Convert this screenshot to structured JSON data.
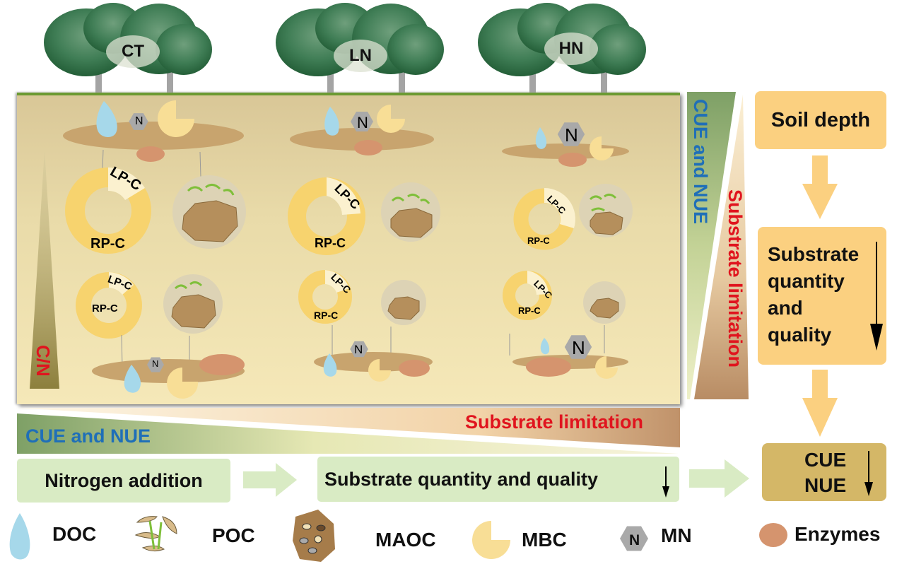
{
  "treatments": [
    "CT",
    "LN",
    "HN"
  ],
  "pool_labels": {
    "labile": "LP-C",
    "recalcitrant": "RP-C"
  },
  "mineral_n_symbol": "N",
  "gradients": {
    "cn_label": "C/N",
    "vertical_cue_nue": "CUE and NUE",
    "vertical_substrate": "Substrate limitation",
    "horizontal_cue_nue": "CUE and NUE",
    "horizontal_substrate": "Substrate limitation"
  },
  "depth_flow": {
    "step1": "Soil depth",
    "step2_lines": [
      "Substrate",
      "quantity",
      "and",
      "quality"
    ],
    "result_lines": [
      "CUE",
      "NUE"
    ]
  },
  "n_flow": {
    "step1": "Nitrogen addition",
    "step2": "Substrate quantity and quality"
  },
  "legend": [
    {
      "icon": "doc-drop-icon",
      "label": "DOC"
    },
    {
      "icon": "poc-fragments-icon",
      "label": "POC"
    },
    {
      "icon": "maoc-aggregate-icon",
      "label": "MAOC"
    },
    {
      "icon": "mbc-pie-icon",
      "label": "MBC"
    },
    {
      "icon": "mn-hexagon-icon",
      "label": "MN"
    },
    {
      "icon": "enzymes-oval-icon",
      "label": "Enzymes"
    }
  ],
  "colors": {
    "doc": "#a6d8ea",
    "mbc": "#f8de96",
    "mn": "#a9a9a9",
    "soil_disk": "#c8a46e",
    "enzyme": "#d5946e",
    "donut_rp": "#f7d36e",
    "donut_lp": "#fbf1cf",
    "red_text": "#e0141e",
    "blue_text": "#1f6fb8"
  }
}
